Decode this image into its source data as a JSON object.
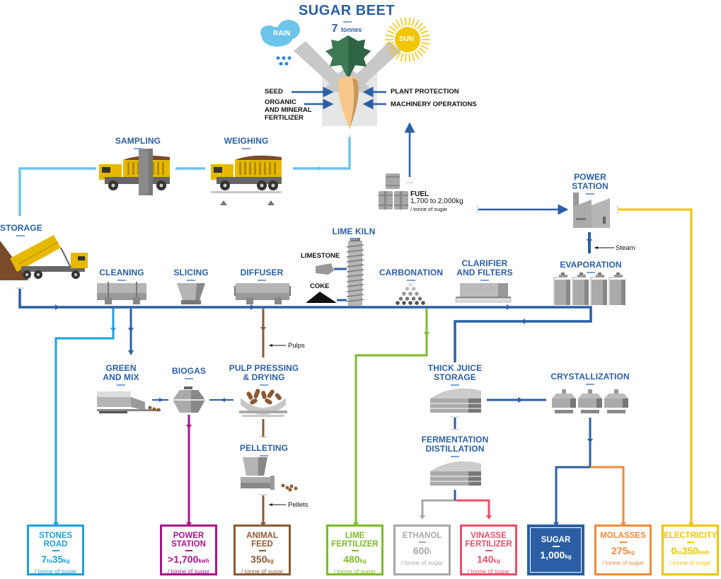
{
  "title": "SUGAR BEET",
  "beet": {
    "quantity": "7",
    "quantity_unit": "tonnes",
    "inputs_left": [
      "SEED",
      "ORGANIC\nAND MINERAL\nFERTILIZER"
    ],
    "inputs_right": [
      "PLANT PROTECTION",
      "MACHINERY OPERATIONS"
    ],
    "rain_label": "RAIN",
    "sun_label": "SUN"
  },
  "colors": {
    "main_blue": "#2a5fa5",
    "light_blue": "#6cc4ea",
    "stones_blue": "#1ea0dc",
    "magenta": "#a8148c",
    "brown": "#8b5a34",
    "green": "#7dbb2a",
    "grey": "#a8a8a8",
    "red": "#e8506a",
    "orange": "#f08a3c",
    "yellow": "#f2c500",
    "truck_yellow": "#e6b800"
  },
  "stages": {
    "sampling": "SAMPLING",
    "weighing": "WEIGHING",
    "storage": "STORAGE",
    "cleaning": "CLEANING",
    "slicing": "SLICING",
    "diffuser": "DIFFUSER",
    "lime_kiln": "LIME KILN",
    "limestone": "LIMESTONE",
    "coke": "COKE",
    "carbonation": "CARBONATION",
    "clarifier": "CLARIFIER\nAND FILTERS",
    "power_station": "POWER\nSTATION",
    "evaporation": "EVAPORATION",
    "green_mix": "GREEN\nAND MIX",
    "biogas": "BIOGAS",
    "pulp_pressing": "PULP PRESSING\n& DRYING",
    "pelleting": "PELLETING",
    "thick_juice": "THICK JUICE\nSTORAGE",
    "fermentation": "FERMENTATION\nDISTILLATION",
    "crystallization": "CRYSTALLIZATION"
  },
  "fuel": {
    "label": "FUEL",
    "value": "1,700 to 2,000kg",
    "per": "/ tonne of sugar"
  },
  "notes": {
    "steam": "Steam",
    "pulps": "Pulps",
    "pellets": "Pellets"
  },
  "outputs": [
    {
      "title": "STONES\nROAD",
      "value": "7",
      "mid": "to",
      "value2": "35",
      "unit": "kg",
      "per": "/ tonne of sugar",
      "color": "#1ea0dc"
    },
    {
      "title": "POWER\nSTATION",
      "value": ">1,700",
      "unit": "kwh",
      "per": "/ tonne of sugar",
      "color": "#a8148c"
    },
    {
      "title": "ANIMAL\nFEED",
      "value": "350",
      "unit": "kg",
      "per": "/ tonne of sugar",
      "color": "#8b5a34"
    },
    {
      "title": "LIME\nFERTILIZER",
      "value": "480",
      "unit": "kg",
      "per": "/ tonne of sugar",
      "color": "#7dbb2a"
    },
    {
      "title": "ETHANOL",
      "value": "600",
      "unit": "l",
      "per": "/ tonne of sugar",
      "color": "#a8a8a8"
    },
    {
      "title": "VINASSE\nFERTILIZER",
      "value": "140",
      "unit": "kg",
      "per": "/ tonne of sugar",
      "color": "#e8506a"
    },
    {
      "title": "SUGAR",
      "value": "1,000",
      "unit": "kg",
      "per": "",
      "color": "#2a5fa5"
    },
    {
      "title": "MOLASSES",
      "value": "275",
      "unit": "kg",
      "per": "/ tonne of sugar",
      "color": "#f08a3c"
    },
    {
      "title": "ELECTRICITY",
      "value": "0",
      "mid": "to",
      "value2": "350",
      "unit": "kwh",
      "per": "/ tonne of sugar",
      "color": "#f2c500"
    }
  ]
}
